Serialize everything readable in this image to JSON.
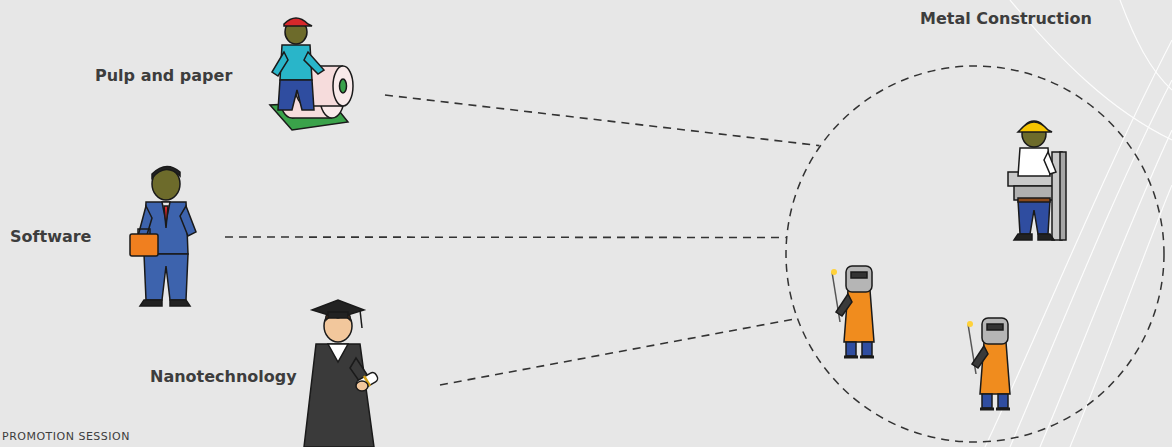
{
  "diagram": {
    "nodes": [
      {
        "text": [
          "Pulp and paper"
        ]
      },
      {
        "text": [
          "Software"
        ]
      },
      {
        "text": [
          "Nanotechnology"
        ]
      },
      {
        "text": [
          "Metal Construction"
        ]
      }
    ],
    "edges": [
      {
        "from": 0,
        "to": 3,
        "arrow": "none"
      },
      {
        "from": 1,
        "to": 3,
        "arrow": "none"
      },
      {
        "from": 2,
        "to": 3,
        "arrow": "none"
      }
    ],
    "labels": [
      "PROMOTION SESSION"
    ]
  }
}
